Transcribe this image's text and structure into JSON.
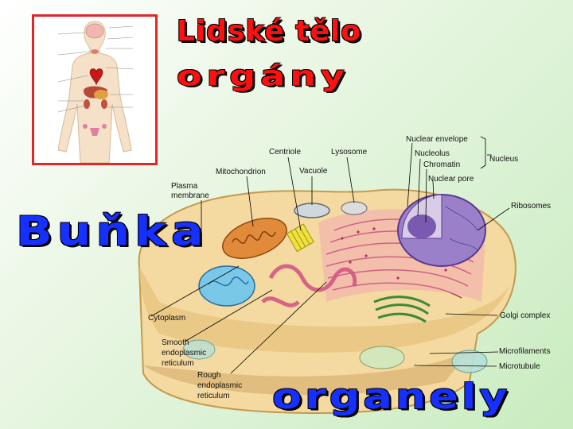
{
  "titles": {
    "lidske_telo": "Lidské tělo",
    "organy": "orgány",
    "bunka": "Buňka",
    "organely": "organely"
  },
  "labels": {
    "nuclear_envelope": "Nuclear envelope",
    "centriole": "Centriole",
    "lysosome": "Lysosome",
    "nucleolus": "Nucleolus",
    "chromatin": "Chromatin",
    "nucleus": "Nucleus",
    "mitochondrion": "Mitochondrion",
    "vacuole": "Vacuole",
    "nuclear_pore": "Nuclear pore",
    "plasma_membrane": "Plasma membrane",
    "ribosomes": "Ribosomes",
    "cytoplasm": "Cytoplasm",
    "golgi_complex": "Golgi complex",
    "smooth_er": "Smooth endoplasmic reticulum",
    "microfilaments": "Microfilaments",
    "microtubule": "Microtubule",
    "rough_er": "Rough endoplasmic reticulum"
  },
  "colors": {
    "title_red": "#ff1010",
    "title_blue": "#1530ff",
    "frame_red": "#e3262a",
    "background": "#c9ecc0"
  }
}
